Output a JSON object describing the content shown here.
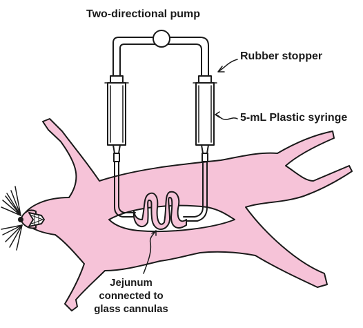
{
  "diagram": {
    "labels": {
      "pump": "Two-directional pump",
      "stopper": "Rubber stopper",
      "syringe": "5-mL Plastic syringe",
      "jejunum_lines": [
        "Jejunum",
        "connected to",
        "glass cannulas"
      ]
    },
    "colors": {
      "body_fill": "#f6c3d8",
      "outline": "#1a1a1a",
      "background": "#ffffff"
    }
  }
}
